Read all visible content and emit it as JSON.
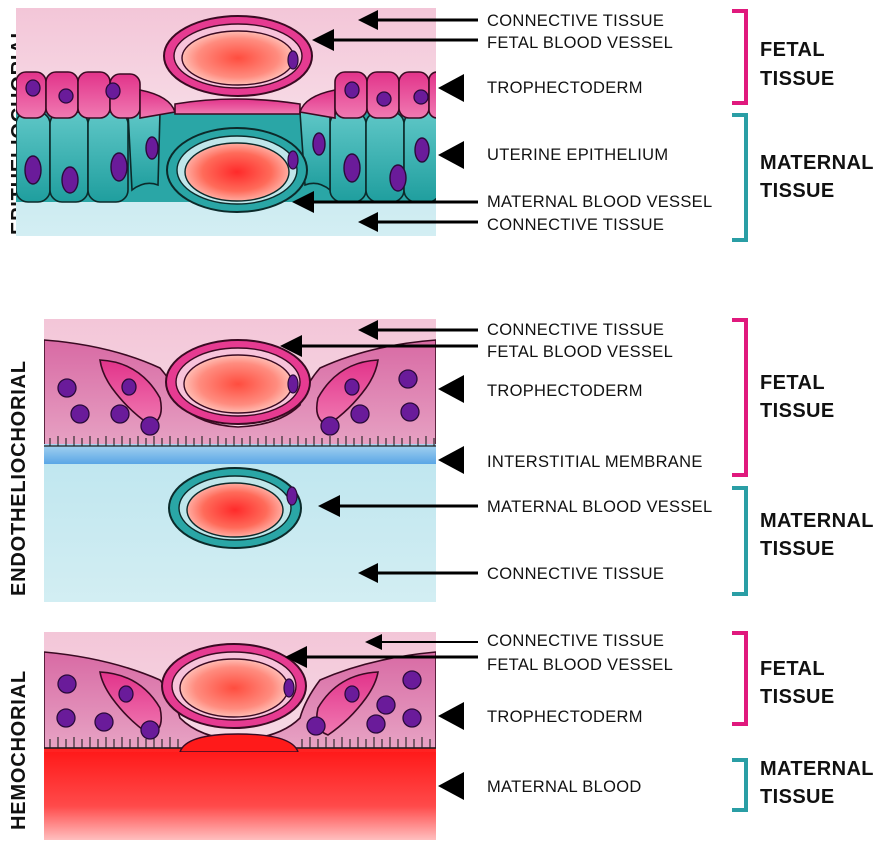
{
  "colors": {
    "fetal_bracket": "#e0197d",
    "maternal_bracket": "#2a9ea5",
    "fetal_cell": "#e8388f",
    "maternal_cell": "#1f9e9e",
    "nucleus": "#6a1b9a",
    "blood": "#ff1a1a"
  },
  "panels": [
    {
      "title": "EPITHELIOCHORIAL",
      "labels": [
        "CONNECTIVE TISSUE",
        "FETAL BLOOD VESSEL",
        "TROPHECTODERM",
        "UTERINE EPITHELIUM",
        "MATERNAL BLOOD VESSEL",
        "CONNECTIVE TISSUE"
      ],
      "groups": [
        {
          "line1": "FETAL",
          "line2": "TISSUE"
        },
        {
          "line1": "MATERNAL",
          "line2": "TISSUE"
        }
      ]
    },
    {
      "title": "ENDOTHELIOCHORIAL",
      "labels": [
        "CONNECTIVE TISSUE",
        "FETAL BLOOD VESSEL",
        "TROPHECTODERM",
        "INTERSTITIAL MEMBRANE",
        "MATERNAL BLOOD VESSEL",
        "CONNECTIVE TISSUE"
      ],
      "groups": [
        {
          "line1": "FETAL",
          "line2": "TISSUE"
        },
        {
          "line1": "MATERNAL",
          "line2": "TISSUE"
        }
      ]
    },
    {
      "title": "HEMOCHORIAL",
      "labels": [
        "CONNECTIVE TISSUE",
        "FETAL BLOOD VESSEL",
        "TROPHECTODERM",
        "MATERNAL BLOOD"
      ],
      "groups": [
        {
          "line1": "FETAL",
          "line2": "TISSUE"
        },
        {
          "line1": "MATERNAL",
          "line2": "TISSUE"
        }
      ]
    }
  ]
}
